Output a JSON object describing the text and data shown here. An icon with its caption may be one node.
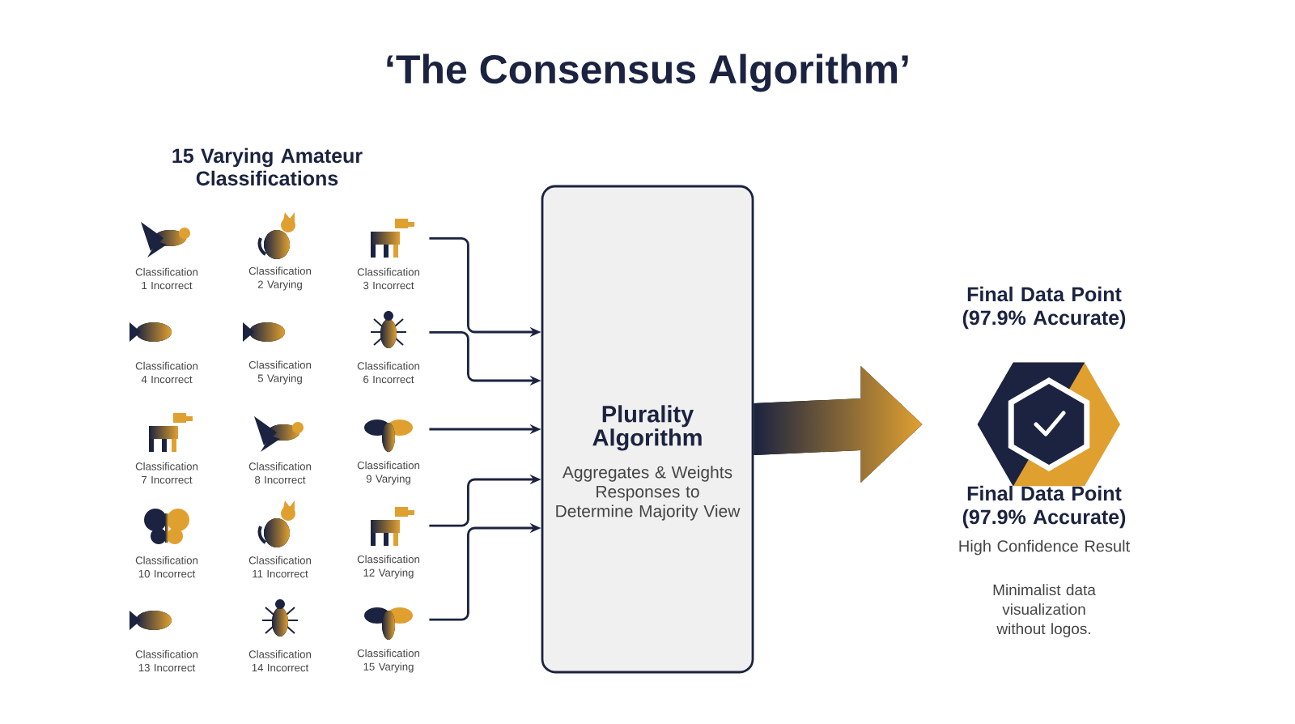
{
  "diagram": {
    "title": "‘The Consensus Algorithm’",
    "nodes": [
      {
        "text": [
          "Classification 1 Incorrect"
        ]
      },
      {
        "text": [
          "Classification 2 Varying"
        ]
      },
      {
        "text": [
          "Classification 3 Incorrect"
        ]
      },
      {
        "text": [
          "Classification 4 Incorrect"
        ]
      },
      {
        "text": [
          "Classification 5 Varying"
        ]
      },
      {
        "text": [
          "Classification 6 Incorrect"
        ]
      },
      {
        "text": [
          "Classification 7 Incorrect"
        ]
      },
      {
        "text": [
          "Classification 8 Incorrect"
        ]
      },
      {
        "text": [
          "Classification 9 Varying"
        ]
      },
      {
        "text": [
          "Classification 10 Incorrect"
        ]
      },
      {
        "text": [
          "Classification 11 Incorrect"
        ]
      },
      {
        "text": [
          "Classification 12 Varying"
        ]
      },
      {
        "text": [
          "Classification 13 Incorrect"
        ]
      },
      {
        "text": [
          "Classification 14 Incorrect"
        ]
      },
      {
        "text": [
          "Classification 15 Varying"
        ]
      },
      {
        "text": [
          "Plurality Algorithm",
          "Aggregates & Weights Responses to Determine Majority View"
        ]
      },
      {
        "text": [],
        "shape": "hexagon",
        "beside": [
          "Final Data Point (97.9% Accurate)",
          "Final Data Point (97.9% Accurate)",
          "High Confidence Result",
          "Minimalist data visualization without logos."
        ]
      }
    ],
    "edges": [
      {
        "from": 2,
        "to": 15,
        "arrow": "to"
      },
      {
        "from": 5,
        "to": 15,
        "arrow": "to"
      },
      {
        "from": 8,
        "to": 15,
        "arrow": "to"
      },
      {
        "from": 11,
        "to": 15,
        "arrow": "to"
      },
      {
        "from": 14,
        "to": 15,
        "arrow": "to"
      },
      {
        "from": 15,
        "to": 16,
        "arrow": "to",
        "style": "thick"
      }
    ],
    "labels": [
      "15 Varying Amateur Classifications"
    ]
  }
}
